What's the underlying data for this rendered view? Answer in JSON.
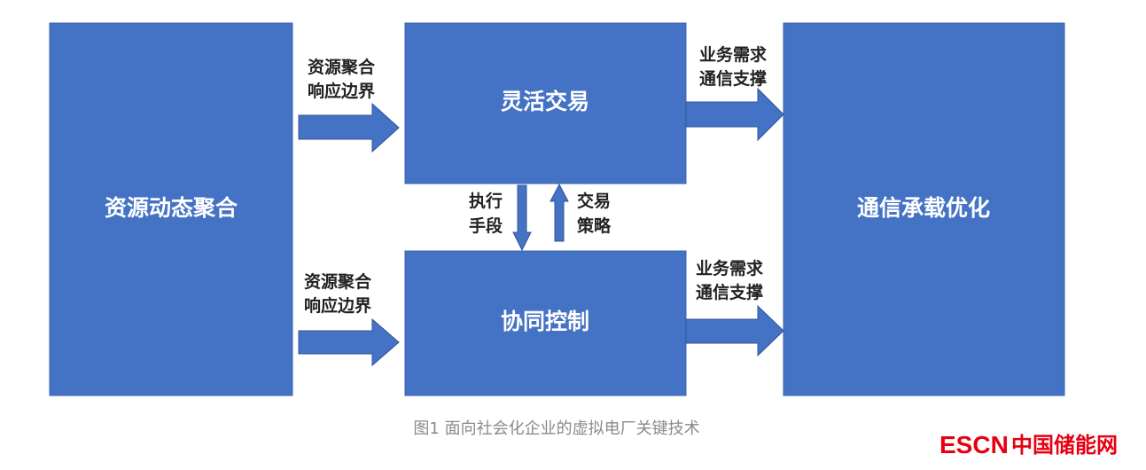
{
  "boxes": {
    "aggregation": "资源动态聚合",
    "trading": "灵活交易",
    "control": "协同控制",
    "communication": "通信承载优化"
  },
  "labels": {
    "left_top": [
      "资源聚合",
      "响应边界"
    ],
    "left_bottom": [
      "资源聚合",
      "响应边界"
    ],
    "right_top": [
      "业务需求",
      "通信支撑"
    ],
    "right_bottom": [
      "业务需求",
      "通信支撑"
    ],
    "down": [
      "执行",
      "手段"
    ],
    "up": [
      "交易",
      "策略"
    ]
  },
  "caption": "图1   面向社会化企业的虚拟电厂关键技术",
  "logo": {
    "latin": "ESCN",
    "cn": "中国储能网"
  },
  "colors": {
    "box": "#4472C4",
    "logo": "#e60012"
  }
}
